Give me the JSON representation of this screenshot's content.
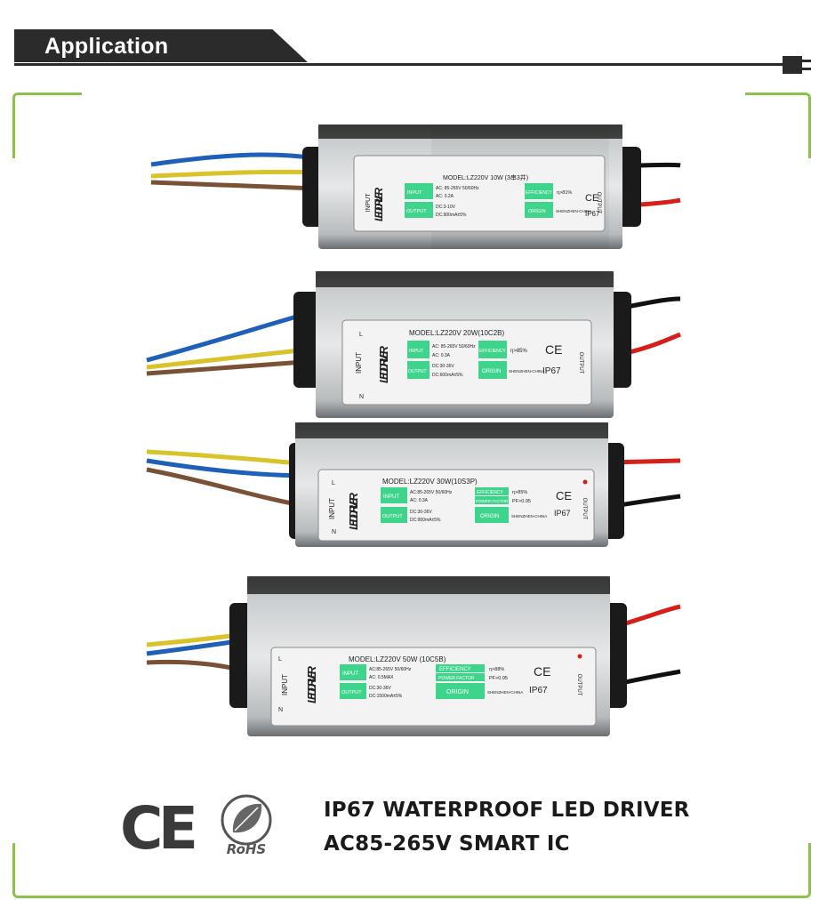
{
  "header": {
    "title": "Application",
    "plug_icon": "plug-icon"
  },
  "colors": {
    "frame_border": "#8bc34a",
    "header_band": "#2b2b2b",
    "label_green": "#3fd48c"
  },
  "products": [
    {
      "model": "MODEL:LZ220V 10W (3串3并)",
      "input_label": "INPUT",
      "input_ac": "AC: 85-265V 50/60Hz",
      "input_current": "AC: 0.2A",
      "output_label": "OUTPUT",
      "output_dc": "DC:3-10V",
      "output_current": "DC:900mA±5%",
      "efficiency_label": "EFFICIENCY",
      "efficiency_value": "η>81%",
      "origin_label": "ORIGIN",
      "origin_value": "SHENZHEN-CHINA",
      "rating": "IP67"
    },
    {
      "model": "MODEL:LZ220V 20W(10C2B)",
      "input_label": "INPUT",
      "input_ac": "AC: 85-265V 50/60Hz",
      "input_current": "AC: 0.3A",
      "output_label": "OUTPUT",
      "output_dc": "DC:30-36V",
      "output_current": "DC:600mA±5%",
      "efficiency_label": "EFFICIENCY",
      "efficiency_value": "η>85%",
      "origin_label": "ORIGIN",
      "origin_value": "SHENZHEN-CHINA",
      "rating": "IP67"
    },
    {
      "model": "MODEL:LZ220V 30W(10S3P)",
      "input_label": "INPUT",
      "input_ac": "AC:85-265V 50/60Hz",
      "input_current": "AC: 0.3A",
      "output_label": "OUTPUT",
      "output_dc": "DC:30-36V",
      "output_current": "DC:900mA±5%",
      "efficiency_label": "EFFICIENCY",
      "efficiency_value": "η>85%",
      "power_factor_label": "POWER FACTOR",
      "power_factor_value": "PF>0.95",
      "origin_label": "ORIGIN",
      "origin_value": "SHENZHEN-CHINA",
      "rating": "IP67"
    },
    {
      "model": "MODEL:LZ220V 50W (10C5B)",
      "input_label": "INPUT",
      "input_ac": "AC:85-265V 50/60Hz",
      "input_current": "AC: 0.5MAX",
      "output_label": "OUTPUT",
      "output_dc": "DC:30-36V",
      "output_current": "DC:1500mA±5%",
      "efficiency_label": "EFFICIENCY",
      "efficiency_value": "η>88%",
      "power_factor_label": "POWER FACTOR",
      "power_factor_value": "PF>0.95",
      "origin_label": "ORIGIN",
      "origin_value": "SHENZHEN-CHINA",
      "rating": "IP67"
    }
  ],
  "driver_common": {
    "brand": "LED DRIVER",
    "input_side": "INPUT",
    "output_side": "OUTPUT",
    "live": "L",
    "neutral": "N",
    "ce_mark": "CE",
    "plus": "+",
    "minus": "-"
  },
  "certifications": {
    "ce": "CE",
    "rohs": "RoHS"
  },
  "taglines": [
    "IP67 WATERPROOF LED DRIVER",
    "AC85-265V SMART IC"
  ]
}
